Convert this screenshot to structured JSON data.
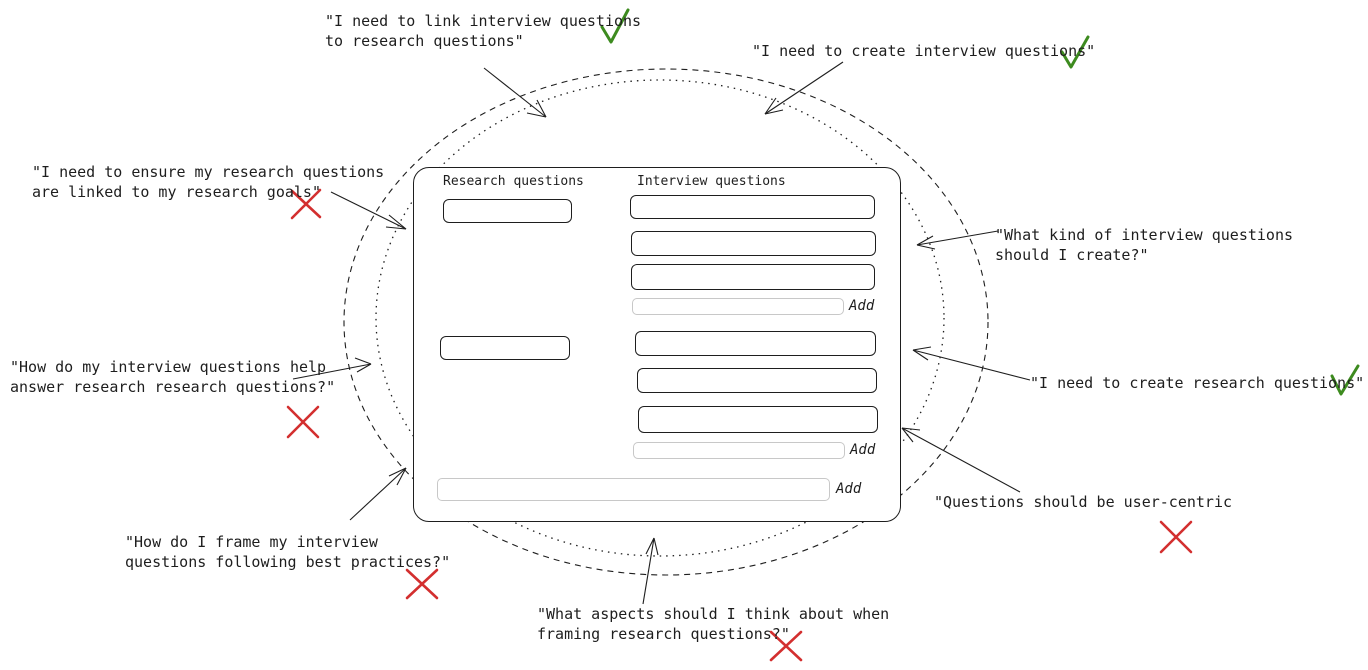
{
  "colors": {
    "check": "#3d8b1f",
    "cross": "#d32f2f",
    "ink": "#1e1e1e",
    "ghost": "#c8c8c8"
  },
  "mockup": {
    "research_header": "Research questions",
    "interview_header": "Interview questions",
    "add_label_1": "Add",
    "add_label_2": "Add",
    "add_label_3": "Add"
  },
  "notes": {
    "link_interview": "\"I need to link interview questions\nto research questions\"",
    "create_interview": "\"I need to create interview questions\"",
    "ensure_linked": "\"I need to ensure my research questions\nare linked to my research goals\"",
    "what_kind": "\"What kind of interview questions\nshould I create?\"",
    "how_help": "\"How do my interview questions help\nanswer research research questions?\"",
    "create_research": "\"I need to create research questions\"",
    "user_centric": "\"Questions should be user-centric",
    "how_frame": "\"How do I frame my interview\nquestions following best practices?\"",
    "what_aspects": "\"What aspects should I think about when\nframing research questions?\""
  },
  "icons": {
    "check": "check-icon",
    "cross": "cross-icon"
  }
}
